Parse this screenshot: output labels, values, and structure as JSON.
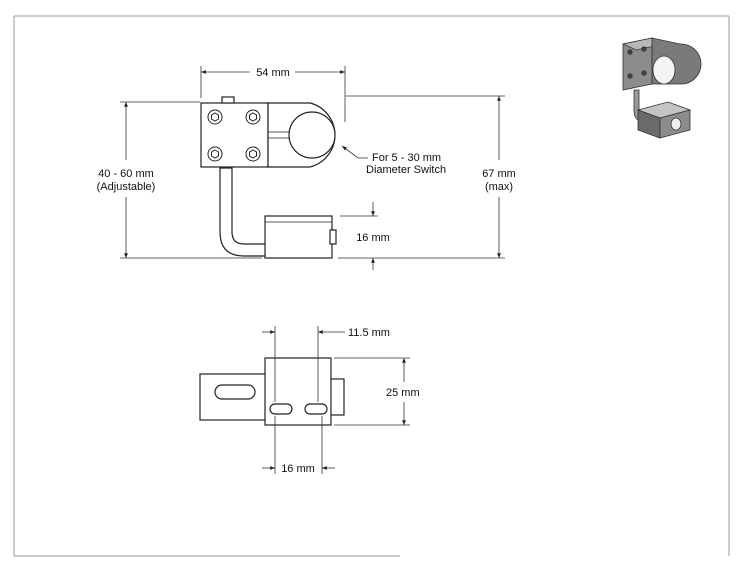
{
  "dimensions": {
    "width_top": "54 mm",
    "height_adjustable_line1": "40 - 60 mm",
    "height_adjustable_line2": "(Adjustable)",
    "height_max_line1": "67 mm",
    "height_max_line2": "(max)",
    "block_height": "16 mm",
    "switch_note_line1": "For 5 - 30 mm",
    "switch_note_line2": "Diameter Switch",
    "slot_offset": "11.5 mm",
    "block_width": "25 mm",
    "slot_spacing": "16 mm"
  },
  "colors": {
    "line": "#222222",
    "dim_line": "#333333",
    "part_fill": "#ffffff",
    "iso_dark": "#5a5a5a",
    "iso_mid": "#8c8c8c",
    "iso_light": "#b8b8b8"
  }
}
